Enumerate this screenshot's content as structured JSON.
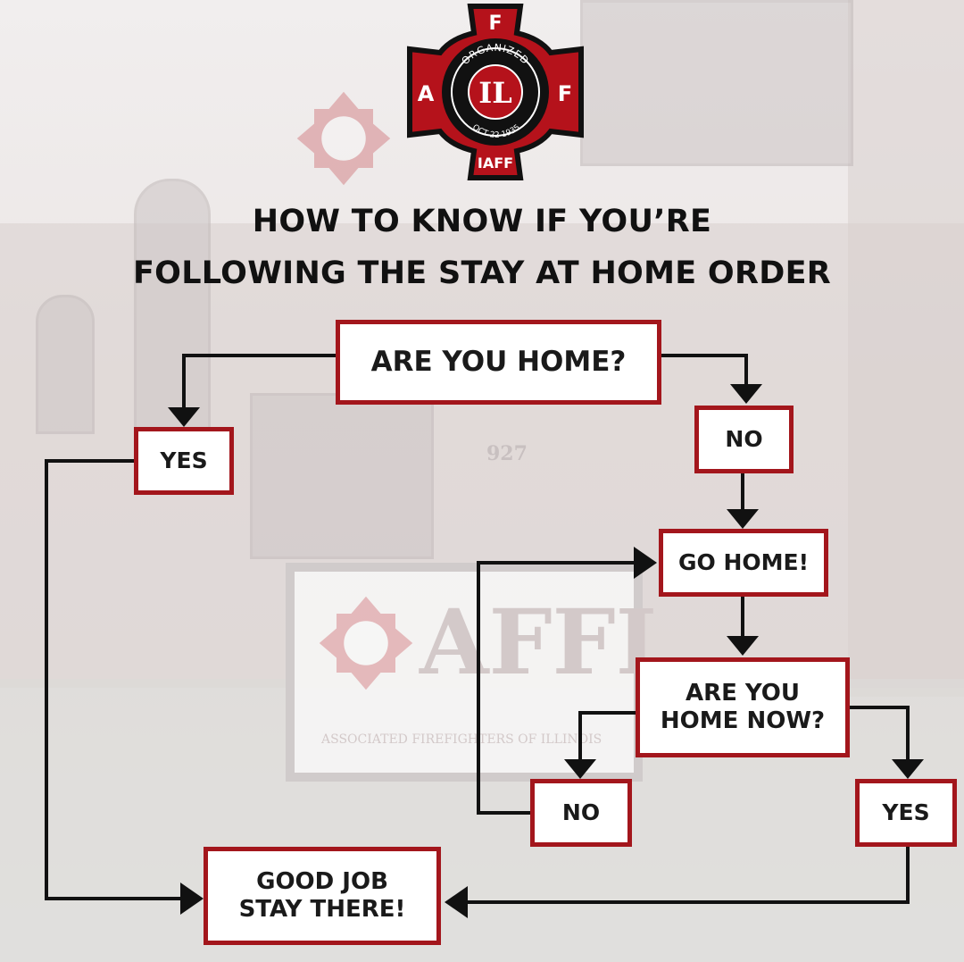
{
  "logo": {
    "top_letter": "F",
    "left_letter": "A",
    "right_letter": "F",
    "arc_text": "ORGANIZED",
    "center": "IL",
    "date": "OCT 22 1935",
    "bottom": "IAFF",
    "colors": {
      "red": "#b5121b",
      "black": "#111111",
      "white": "#ffffff"
    }
  },
  "background": {
    "sign_text": "AFFI",
    "sign_subtext": "ASSOCIATED FIREFIGHTERS OF ILLINOIS",
    "address_number": "927"
  },
  "title": {
    "line1": "HOW TO KNOW IF YOU’RE",
    "line2": "FOLLOWING THE STAY AT HOME ORDER"
  },
  "flowchart": {
    "q1": "ARE YOU HOME?",
    "yes1": "YES",
    "no1": "NO",
    "go_home": "GO HOME!",
    "q2_line1": "ARE YOU",
    "q2_line2": "HOME NOW?",
    "no2": "NO",
    "yes2": "YES",
    "end_line1": "GOOD JOB",
    "end_line2": "STAY THERE!",
    "box_border_color": "#a3161c",
    "arrow_color": "#111111"
  }
}
